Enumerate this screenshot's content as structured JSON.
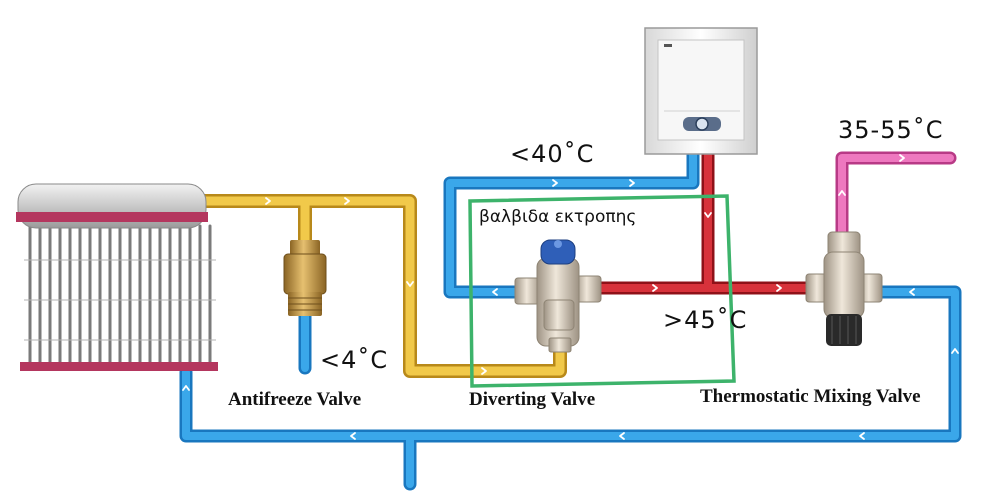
{
  "labels": {
    "temp_supply": "35-55˚C",
    "temp_boiler": "<40˚C",
    "temp_hot": ">45˚C",
    "temp_freeze": "<4˚C",
    "antifreeze_valve": "Antifreeze Valve",
    "diverting_valve": "Diverting Valve",
    "mixing_valve": "Thermostatic Mixing Valve",
    "greek_annotation": "βαλβιδα  εκτροπης"
  },
  "colors": {
    "pipe_blue": "#1f8fd8",
    "pipe_yellow": "#e0b42c",
    "pipe_red": "#c8202a",
    "pipe_pink": "#df5aaa",
    "highlight_green": "#3db36b",
    "brass": "#b58a3a",
    "nickel": "#cfc3b0",
    "knob_blue": "#2f5fb8"
  },
  "icons": [
    "solar-water-heater-icon",
    "wall-boiler-icon",
    "brass-valve-icon",
    "diverting-valve-icon",
    "mixing-valve-icon",
    "flow-arrow-icon"
  ]
}
